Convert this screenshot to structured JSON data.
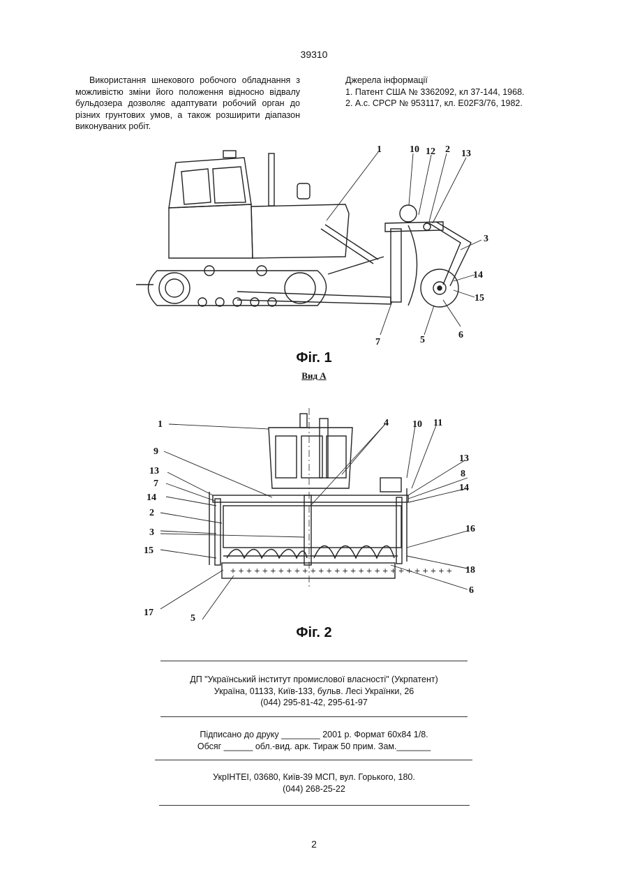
{
  "header": {
    "page_code": "39310"
  },
  "left_column": {
    "paragraph": "Використання шнекового робочого обладнання з можливістю зміни його положення відносно відвалу бульдозера дозволяє адаптувати робочий орган до різних грунтових умов, а також розширити діапазон виконуваних робіт."
  },
  "right_column": {
    "heading": "Джерела інформації",
    "sources": [
      "1. Патент США № 3362092, кл 37-144, 1968.",
      "2. А.с. СРСР № 953117, кл. E02F3/76, 1982."
    ]
  },
  "figure1": {
    "caption": "Фіг. 1",
    "labels": [
      "1",
      "10",
      "12",
      "2",
      "13",
      "3",
      "14",
      "15",
      "6",
      "5",
      "7"
    ]
  },
  "figure2": {
    "view_label": "Вид А",
    "caption": "Фіг. 2",
    "labels": [
      "1",
      "9",
      "13",
      "7",
      "14",
      "2",
      "3",
      "15",
      "17",
      "5",
      "4",
      "10",
      "11",
      "13",
      "8",
      "14",
      "16",
      "18",
      "6"
    ]
  },
  "footer": {
    "publisher_lines": [
      "ДП \"Український інститут промислової власності\" (Укрпатент)",
      "Україна, 01133, Київ-133, бульв. Лесі Українки, 26",
      "(044) 295-81-42, 295-61-97"
    ],
    "print_lines": [
      "Підписано до друку ________ 2001 р.    Формат 60х84 1/8.",
      "Обсяг ______ обл.-вид. арк.   Тираж 50 прим.    Зам._______"
    ],
    "institute_lines": [
      "УкрІНТЕІ, 03680, Київ-39 МСП, вул. Горького, 180.",
      "(044) 268-25-22"
    ]
  },
  "page_number": "2"
}
